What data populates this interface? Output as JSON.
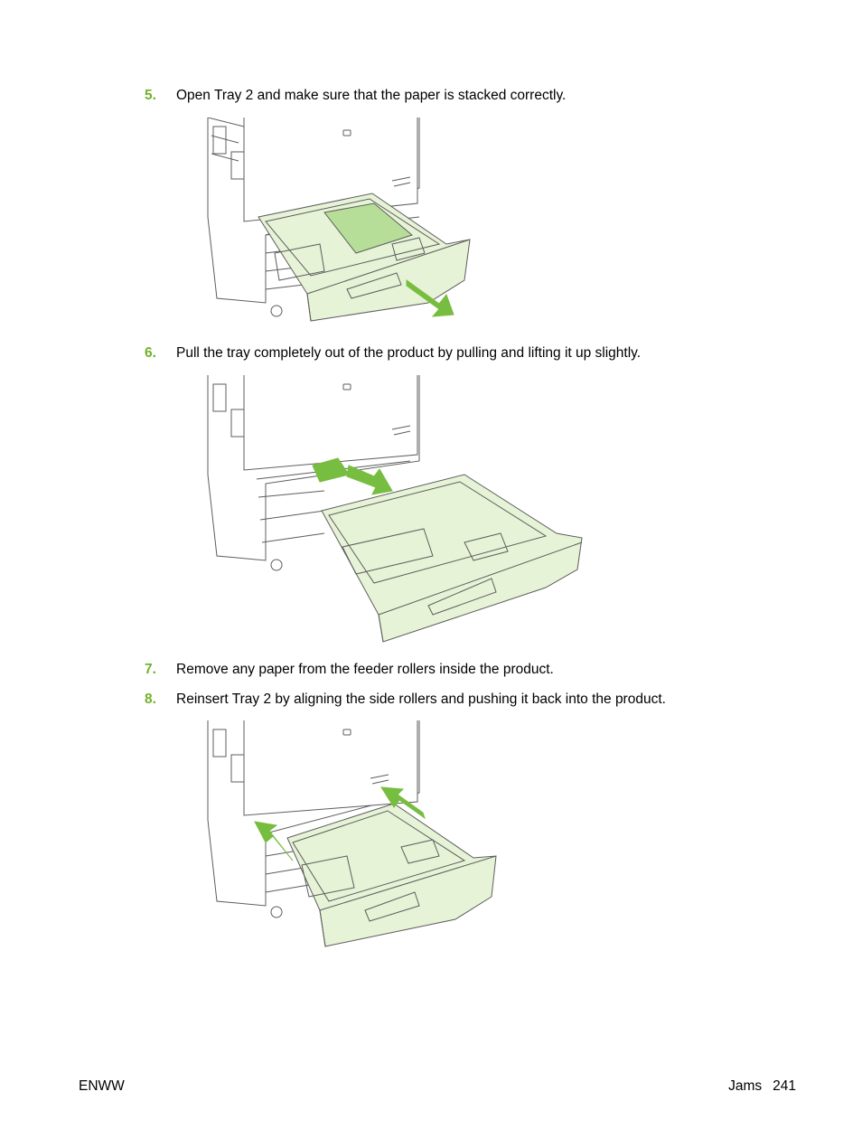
{
  "steps": [
    {
      "number": "5.",
      "text": "Open Tray 2 and make sure that the paper is stacked correctly."
    },
    {
      "number": "6.",
      "text": "Pull the tray completely out of the product by pulling and lifting it up slightly."
    },
    {
      "number": "7.",
      "text": "Remove any paper from the feeder rollers inside the product."
    },
    {
      "number": "8.",
      "text": "Reinsert Tray 2 by aligning the side rollers and pushing it back into the product."
    }
  ],
  "footer": {
    "left": "ENWW",
    "section": "Jams",
    "page": "241"
  },
  "colors": {
    "accent": "#73b12a",
    "tray_fill": "#e7f3d7",
    "paper_fill": "#b7de98",
    "arrow": "#77bd3f",
    "line": "#5d5d5d"
  }
}
